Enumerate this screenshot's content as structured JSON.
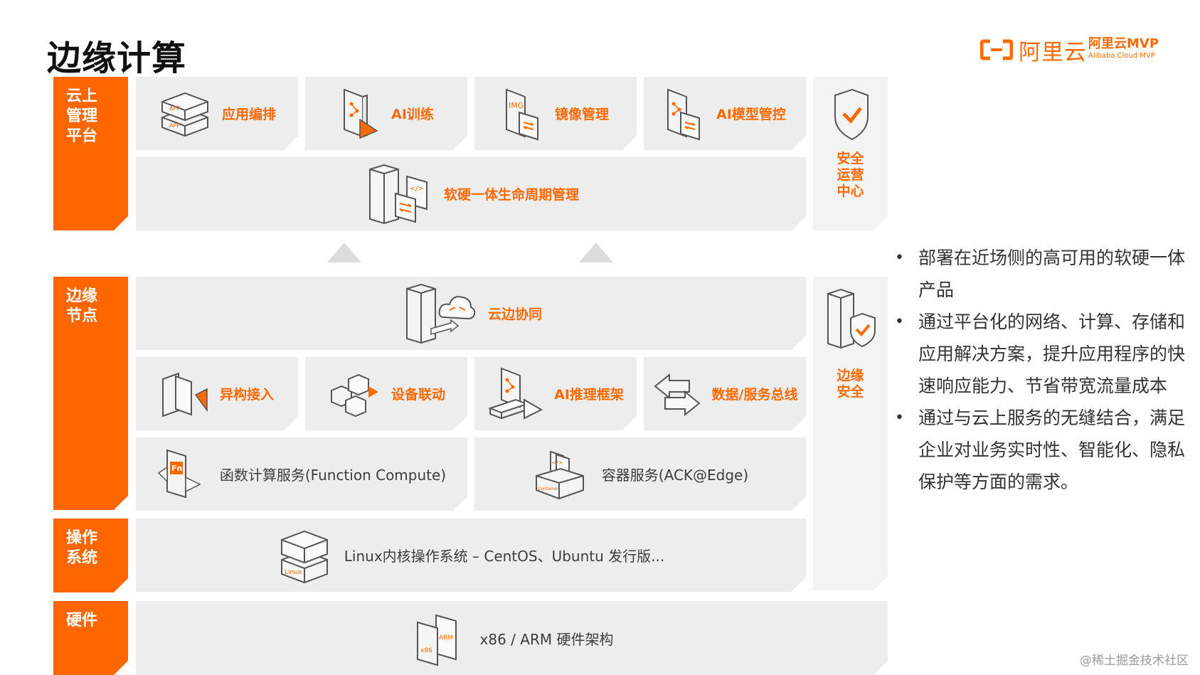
{
  "title": "边缘计算",
  "logo": {
    "text": "阿里云",
    "mvp": "阿里云MVP",
    "mvp_sub": "Alibaba Cloud MVP"
  },
  "sections": {
    "cloud": "云上\n管理\n平台",
    "edge": "边缘\n节点",
    "os": "操作\n系统",
    "hardware": "硬件"
  },
  "cloud_boxes": [
    "应用编排",
    "AI训练",
    "镜像管理",
    "AI模型管控"
  ],
  "lifecycle": "软硬一体生命周期管理",
  "security_center": "安全\n运营\n中心",
  "edge_collab": "云边协同",
  "edge_boxes": [
    "异构接入",
    "设备联动",
    "AI推理框架",
    "数据/服务总线"
  ],
  "function_compute": "函数计算服务(Function Compute)",
  "container": "容器服务(ACK@Edge)",
  "edge_security": "边缘\n安全",
  "os_label": "Linux内核操作系统 – CentOS、Ubuntu 发行版...",
  "hardware_label": "x86 / ARM 硬件架构",
  "icon_text": {
    "app": "APP",
    "img": "IMG",
    "fn": "Fn",
    "container": "Container",
    "linux": "Linux",
    "x86": "x86",
    "arm": "ARM"
  },
  "bullets": [
    "部署在近场侧的高可用的软硬一体产品",
    "通过平台化的网络、计算、存储和应用解决方案，提升应用程序的快速响应能力、节省带宽流量成本",
    "通过与云上服务的无缝结合，满足企业对业务实时性、智能化、隐私保护等方面的需求。"
  ],
  "bullet_symbol": "•",
  "watermark": "@稀土掘金技术社区",
  "colors": {
    "accent": "#ff6600",
    "box": "#ededed",
    "text": "#333333"
  }
}
